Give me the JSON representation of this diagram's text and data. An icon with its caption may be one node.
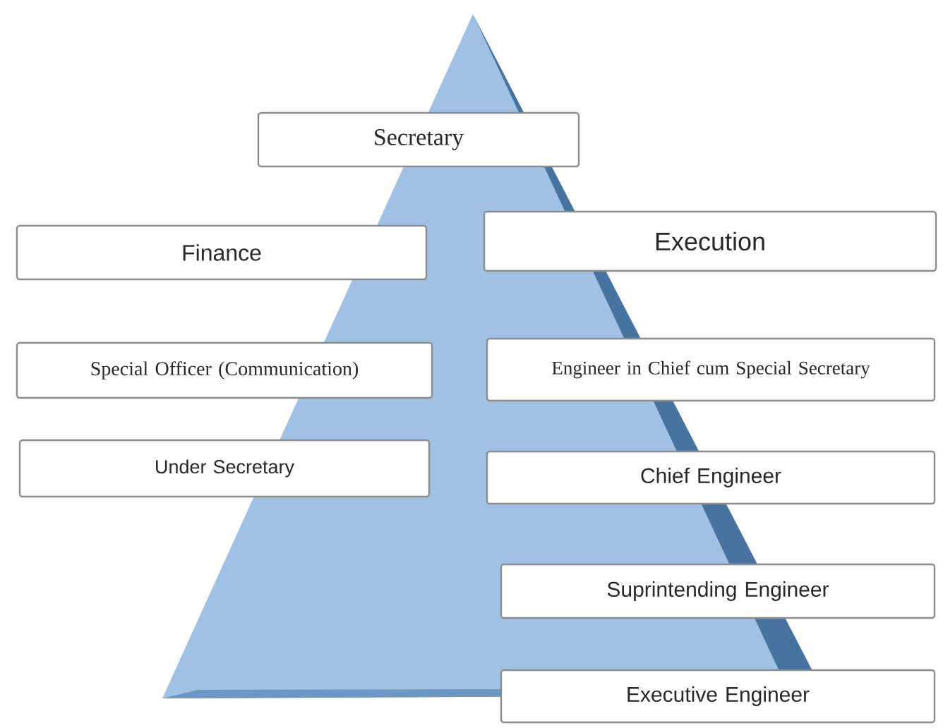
{
  "diagram": {
    "nodes": [
      {
        "text": [
          "Secretary"
        ]
      },
      {
        "text": [
          "Finance"
        ]
      },
      {
        "text": [
          "Execution"
        ]
      },
      {
        "text": [
          "Special Officer (Communication)"
        ]
      },
      {
        "text": [
          "Engineer in Chief cum Special Secretary"
        ]
      },
      {
        "text": [
          "Under Secretary"
        ]
      },
      {
        "text": [
          "Chief Engineer"
        ]
      },
      {
        "text": [
          "Suprintending Engineer"
        ]
      },
      {
        "text": [
          "Executive Engineer"
        ]
      }
    ]
  }
}
